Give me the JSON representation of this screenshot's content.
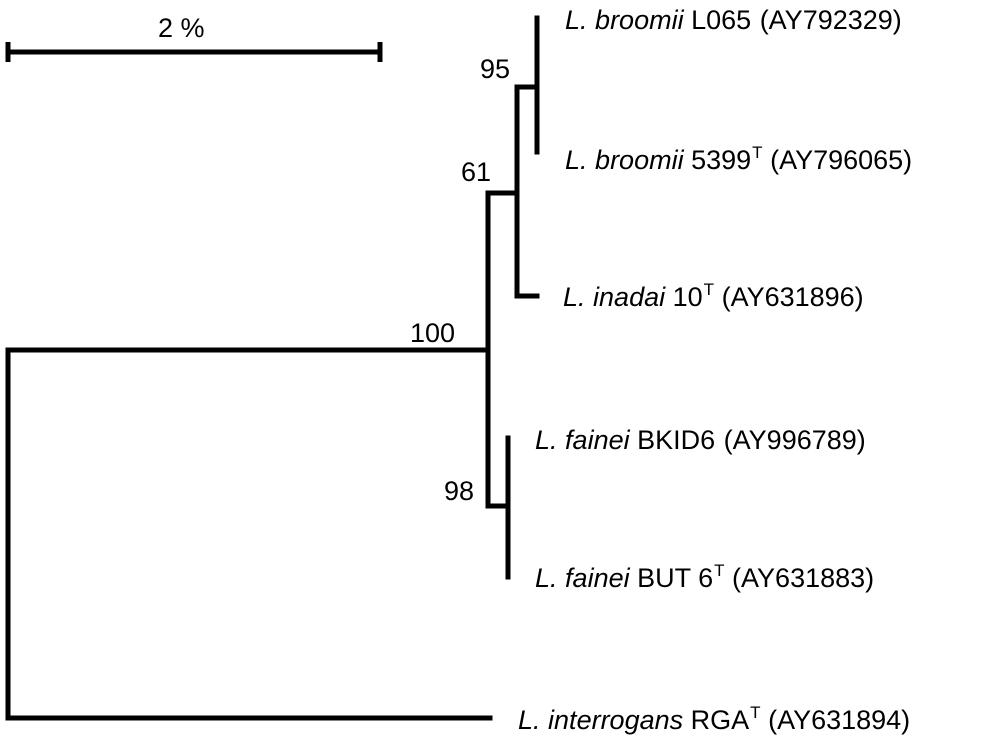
{
  "scale": {
    "label": "2 %"
  },
  "taxa": [
    {
      "genus": "L.",
      "species": "broomii",
      "strain": "L065",
      "type_mark": "",
      "accession": "(AY792329)"
    },
    {
      "genus": "L.",
      "species": "broomii",
      "strain": "5399",
      "type_mark": "T",
      "accession": "(AY796065)"
    },
    {
      "genus": "L.",
      "species": "inadai",
      "strain": "10",
      "type_mark": "T",
      "accession": "(AY631896)"
    },
    {
      "genus": "L.",
      "species": "fainei",
      "strain": "BKID6",
      "type_mark": "",
      "accession": "(AY996789)"
    },
    {
      "genus": "L.",
      "species": "fainei",
      "strain": "BUT 6",
      "type_mark": "T",
      "accession": "(AY631883)"
    },
    {
      "genus": "L.",
      "species": "interrogans",
      "strain": "RGA",
      "type_mark": "T",
      "accession": "(AY631894)"
    }
  ],
  "bootstrap": [
    "95",
    "61",
    "100",
    "98"
  ],
  "line_color": "#000000"
}
